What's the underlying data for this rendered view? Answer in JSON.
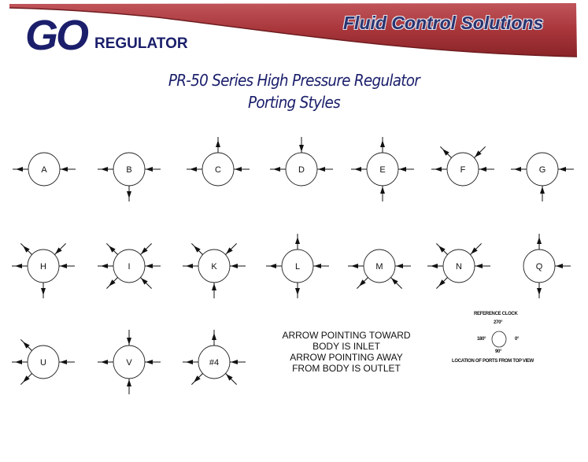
{
  "header": {
    "logo_main": "GO",
    "logo_sub": "REGULATOR",
    "tagline": "Fluid Control Solutions",
    "band_color": "#a8363b",
    "logo_color": "#1b1f6b"
  },
  "title": {
    "line1": "PR-50 Series High Pressure Regulator",
    "line2": "Porting Styles"
  },
  "diagrams": [
    {
      "label": "A",
      "ports": [
        {
          "angle": 180,
          "dir": "out"
        },
        {
          "angle": 0,
          "dir": "in"
        }
      ]
    },
    {
      "label": "B",
      "ports": [
        {
          "angle": 180,
          "dir": "out"
        },
        {
          "angle": 0,
          "dir": "in"
        },
        {
          "angle": 90,
          "dir": "out"
        }
      ]
    },
    {
      "label": "C",
      "ports": [
        {
          "angle": 180,
          "dir": "out"
        },
        {
          "angle": 0,
          "dir": "in"
        },
        {
          "angle": 270,
          "dir": "out"
        }
      ]
    },
    {
      "label": "D",
      "ports": [
        {
          "angle": 180,
          "dir": "out"
        },
        {
          "angle": 0,
          "dir": "in"
        },
        {
          "angle": 270,
          "dir": "in"
        }
      ]
    },
    {
      "label": "E",
      "ports": [
        {
          "angle": 180,
          "dir": "out"
        },
        {
          "angle": 0,
          "dir": "in"
        },
        {
          "angle": 270,
          "dir": "out"
        },
        {
          "angle": 90,
          "dir": "in"
        }
      ]
    },
    {
      "label": "F",
      "ports": [
        {
          "angle": 180,
          "dir": "out"
        },
        {
          "angle": 0,
          "dir": "in"
        },
        {
          "angle": 225,
          "dir": "out"
        },
        {
          "angle": 315,
          "dir": "in"
        }
      ]
    },
    {
      "label": "G",
      "ports": [
        {
          "angle": 180,
          "dir": "out"
        },
        {
          "angle": 0,
          "dir": "in"
        },
        {
          "angle": 90,
          "dir": "in"
        }
      ]
    },
    {
      "label": "H",
      "ports": [
        {
          "angle": 180,
          "dir": "out"
        },
        {
          "angle": 0,
          "dir": "in"
        },
        {
          "angle": 225,
          "dir": "out"
        },
        {
          "angle": 315,
          "dir": "in"
        },
        {
          "angle": 90,
          "dir": "out"
        }
      ]
    },
    {
      "label": "I",
      "ports": [
        {
          "angle": 180,
          "dir": "out"
        },
        {
          "angle": 0,
          "dir": "in"
        },
        {
          "angle": 225,
          "dir": "out"
        },
        {
          "angle": 315,
          "dir": "in"
        },
        {
          "angle": 135,
          "dir": "out"
        },
        {
          "angle": 45,
          "dir": "in"
        }
      ]
    },
    {
      "label": "K",
      "ports": [
        {
          "angle": 180,
          "dir": "out"
        },
        {
          "angle": 0,
          "dir": "in"
        },
        {
          "angle": 225,
          "dir": "out"
        },
        {
          "angle": 315,
          "dir": "in"
        },
        {
          "angle": 90,
          "dir": "in"
        }
      ]
    },
    {
      "label": "L",
      "ports": [
        {
          "angle": 180,
          "dir": "out"
        },
        {
          "angle": 0,
          "dir": "in"
        },
        {
          "angle": 270,
          "dir": "out"
        },
        {
          "angle": 90,
          "dir": "out"
        }
      ]
    },
    {
      "label": "M",
      "ports": [
        {
          "angle": 180,
          "dir": "out"
        },
        {
          "angle": 0,
          "dir": "in"
        },
        {
          "angle": 135,
          "dir": "out"
        },
        {
          "angle": 45,
          "dir": "in"
        }
      ]
    },
    {
      "label": "N",
      "ports": [
        {
          "angle": 180,
          "dir": "out"
        },
        {
          "angle": 0,
          "dir": "in"
        },
        {
          "angle": 225,
          "dir": "out"
        },
        {
          "angle": 315,
          "dir": "in"
        },
        {
          "angle": 135,
          "dir": "out"
        }
      ]
    },
    {
      "label": "Q",
      "ports": [
        {
          "angle": 0,
          "dir": "in"
        },
        {
          "angle": 270,
          "dir": "out"
        },
        {
          "angle": 90,
          "dir": "out"
        }
      ]
    },
    {
      "label": "U",
      "ports": [
        {
          "angle": 180,
          "dir": "out"
        },
        {
          "angle": 0,
          "dir": "in"
        },
        {
          "angle": 225,
          "dir": "out"
        },
        {
          "angle": 135,
          "dir": "out"
        }
      ]
    },
    {
      "label": "V",
      "ports": [
        {
          "angle": 180,
          "dir": "out"
        },
        {
          "angle": 0,
          "dir": "in"
        },
        {
          "angle": 270,
          "dir": "in"
        },
        {
          "angle": 90,
          "dir": "in"
        }
      ]
    },
    {
      "label": "#4",
      "ports": [
        {
          "angle": 180,
          "dir": "out"
        },
        {
          "angle": 0,
          "dir": "in"
        },
        {
          "angle": 270,
          "dir": "out"
        },
        {
          "angle": 135,
          "dir": "out"
        },
        {
          "angle": 45,
          "dir": "in"
        }
      ]
    }
  ],
  "legend": {
    "line1": "ARROW POINTING TOWARD",
    "line2": "BODY IS INLET",
    "line3": "ARROW POINTING AWAY",
    "line4": "FROM BODY IS OUTLET"
  },
  "reference_clock": {
    "title": "REFERENCE CLOCK",
    "top": "270°",
    "left": "180°",
    "right": "0°",
    "bottom": "90°",
    "caption": "LOCATION OF PORTS FROM TOP VIEW"
  }
}
